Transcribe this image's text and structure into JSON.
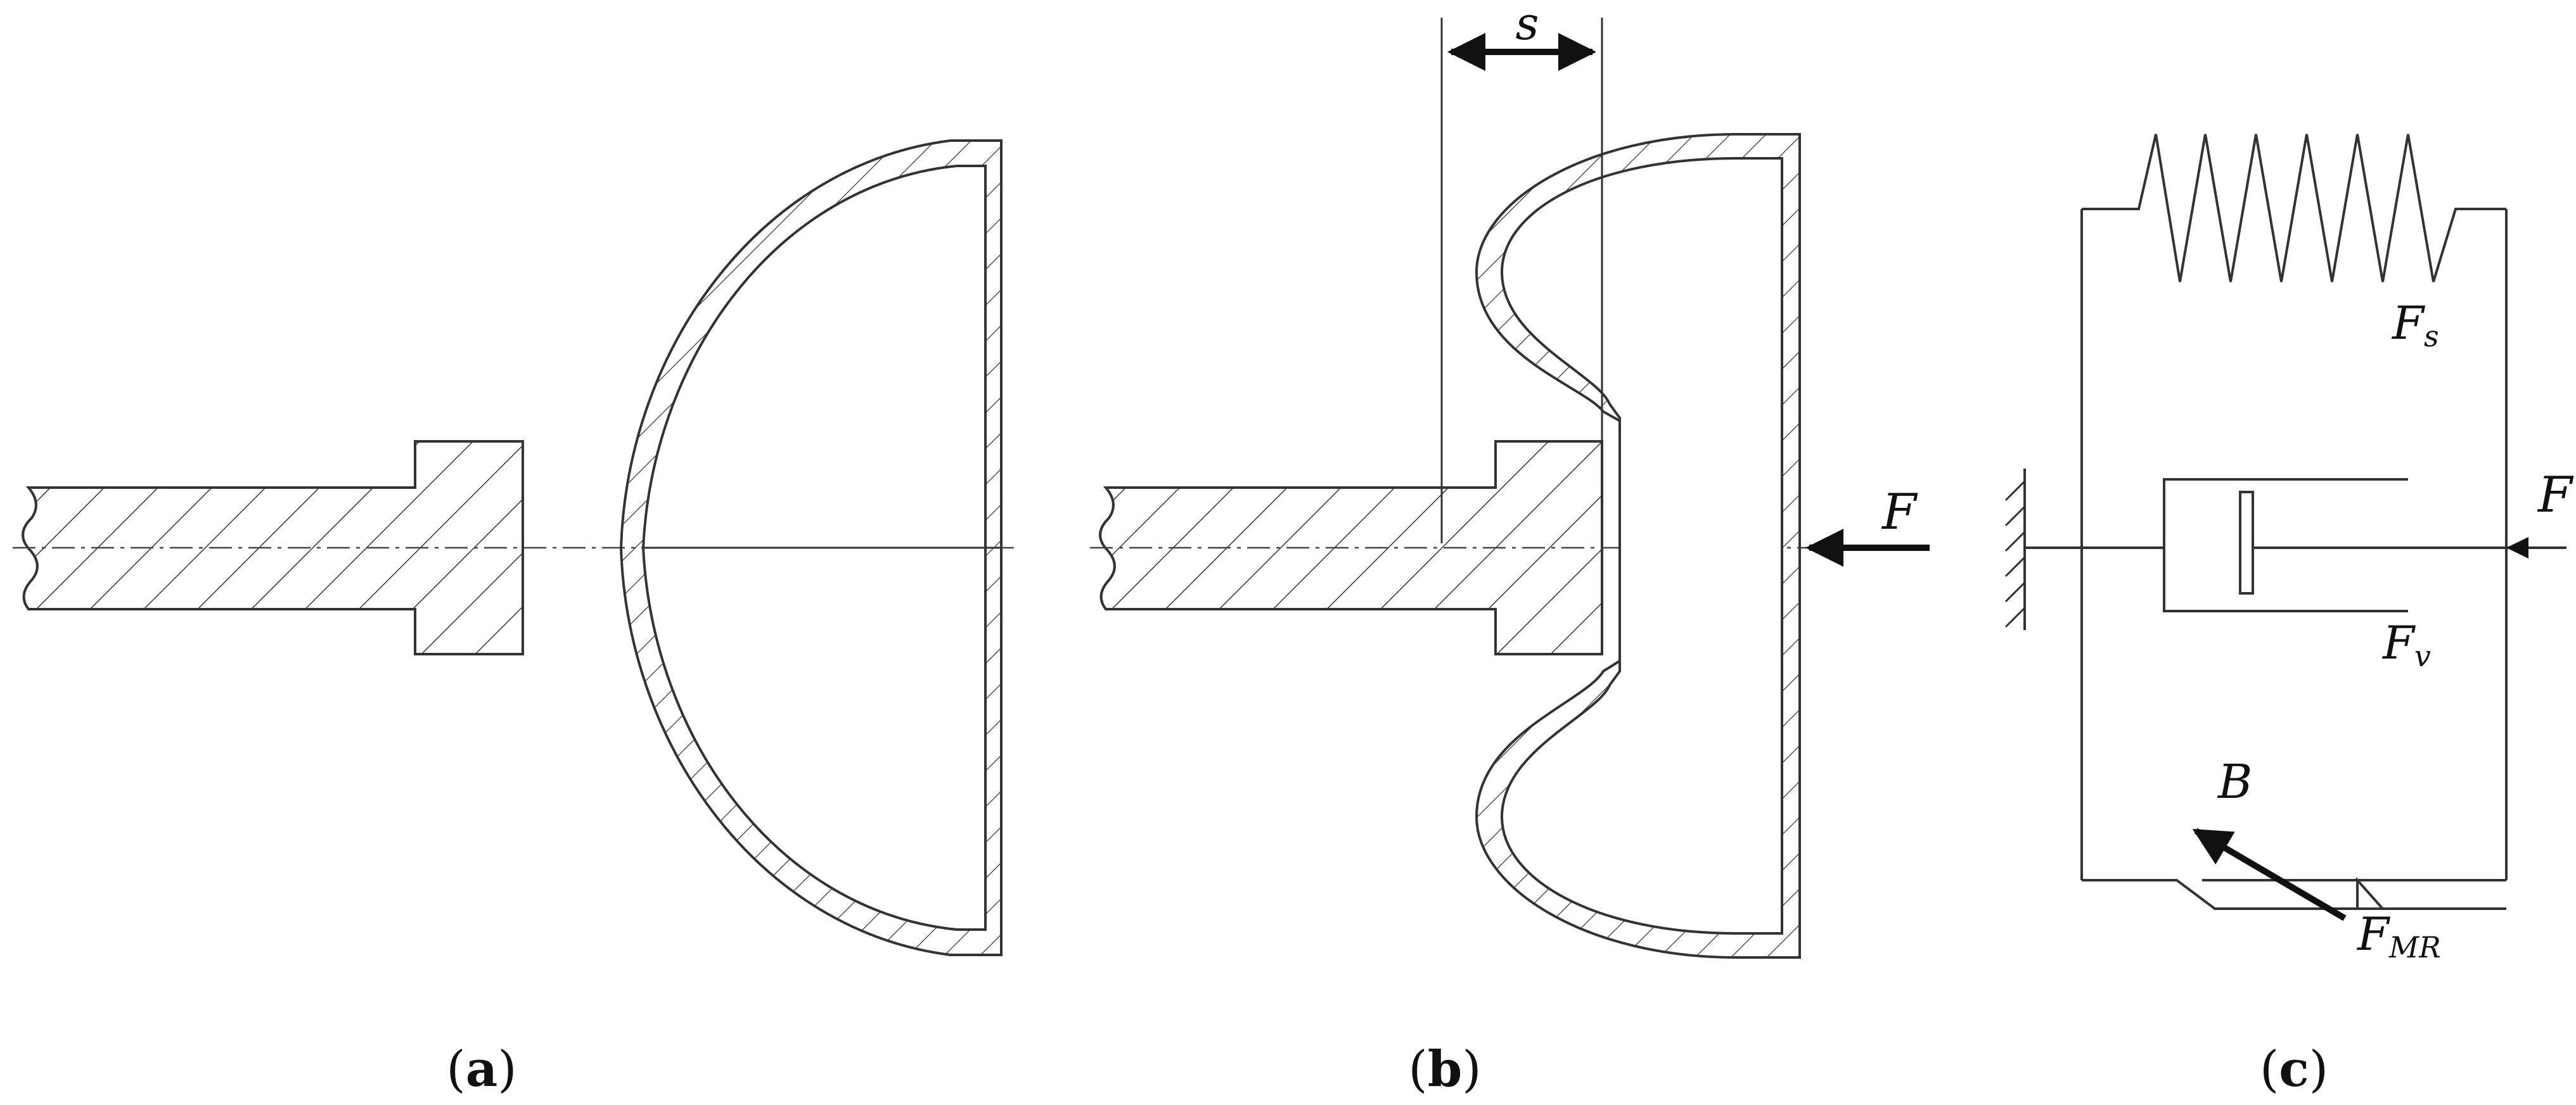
{
  "panels": {
    "a": {
      "caption_open": "(",
      "caption_letter": "a",
      "caption_close": ")"
    },
    "b": {
      "caption_open": "(",
      "caption_letter": "b",
      "caption_close": ")",
      "label_s": "s",
      "label_force": "F"
    },
    "c": {
      "caption_open": "(",
      "caption_letter": "c",
      "caption_close": ")",
      "label_force": "F",
      "label_spring_main": "F",
      "label_spring_sub": "s",
      "label_damper_main": "F",
      "label_damper_sub": "v",
      "label_field": "B",
      "label_mr_main": "F",
      "label_mr_sub": "MR"
    }
  }
}
